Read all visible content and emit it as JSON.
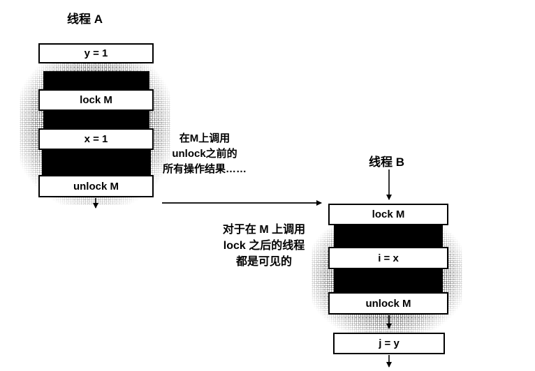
{
  "thread_a": {
    "label": "线程 A",
    "boxes": [
      "y = 1",
      "lock M",
      "x = 1",
      "unlock M"
    ]
  },
  "thread_b": {
    "label": "线程 B",
    "boxes": [
      "lock M",
      "i = x",
      "unlock M",
      "j = y"
    ]
  },
  "annotations": {
    "before_line1": "在M上调用",
    "before_line2": "unlock之前的",
    "before_line3": "所有操作结果……",
    "after_line1": "对于在 M 上调用",
    "after_line2": "lock 之后的线程",
    "after_line3": "都是可见的"
  },
  "colors": {
    "box_border": "#000000",
    "connector_band": "#000000",
    "halo": "#4a4a4a",
    "background": "#ffffff"
  }
}
